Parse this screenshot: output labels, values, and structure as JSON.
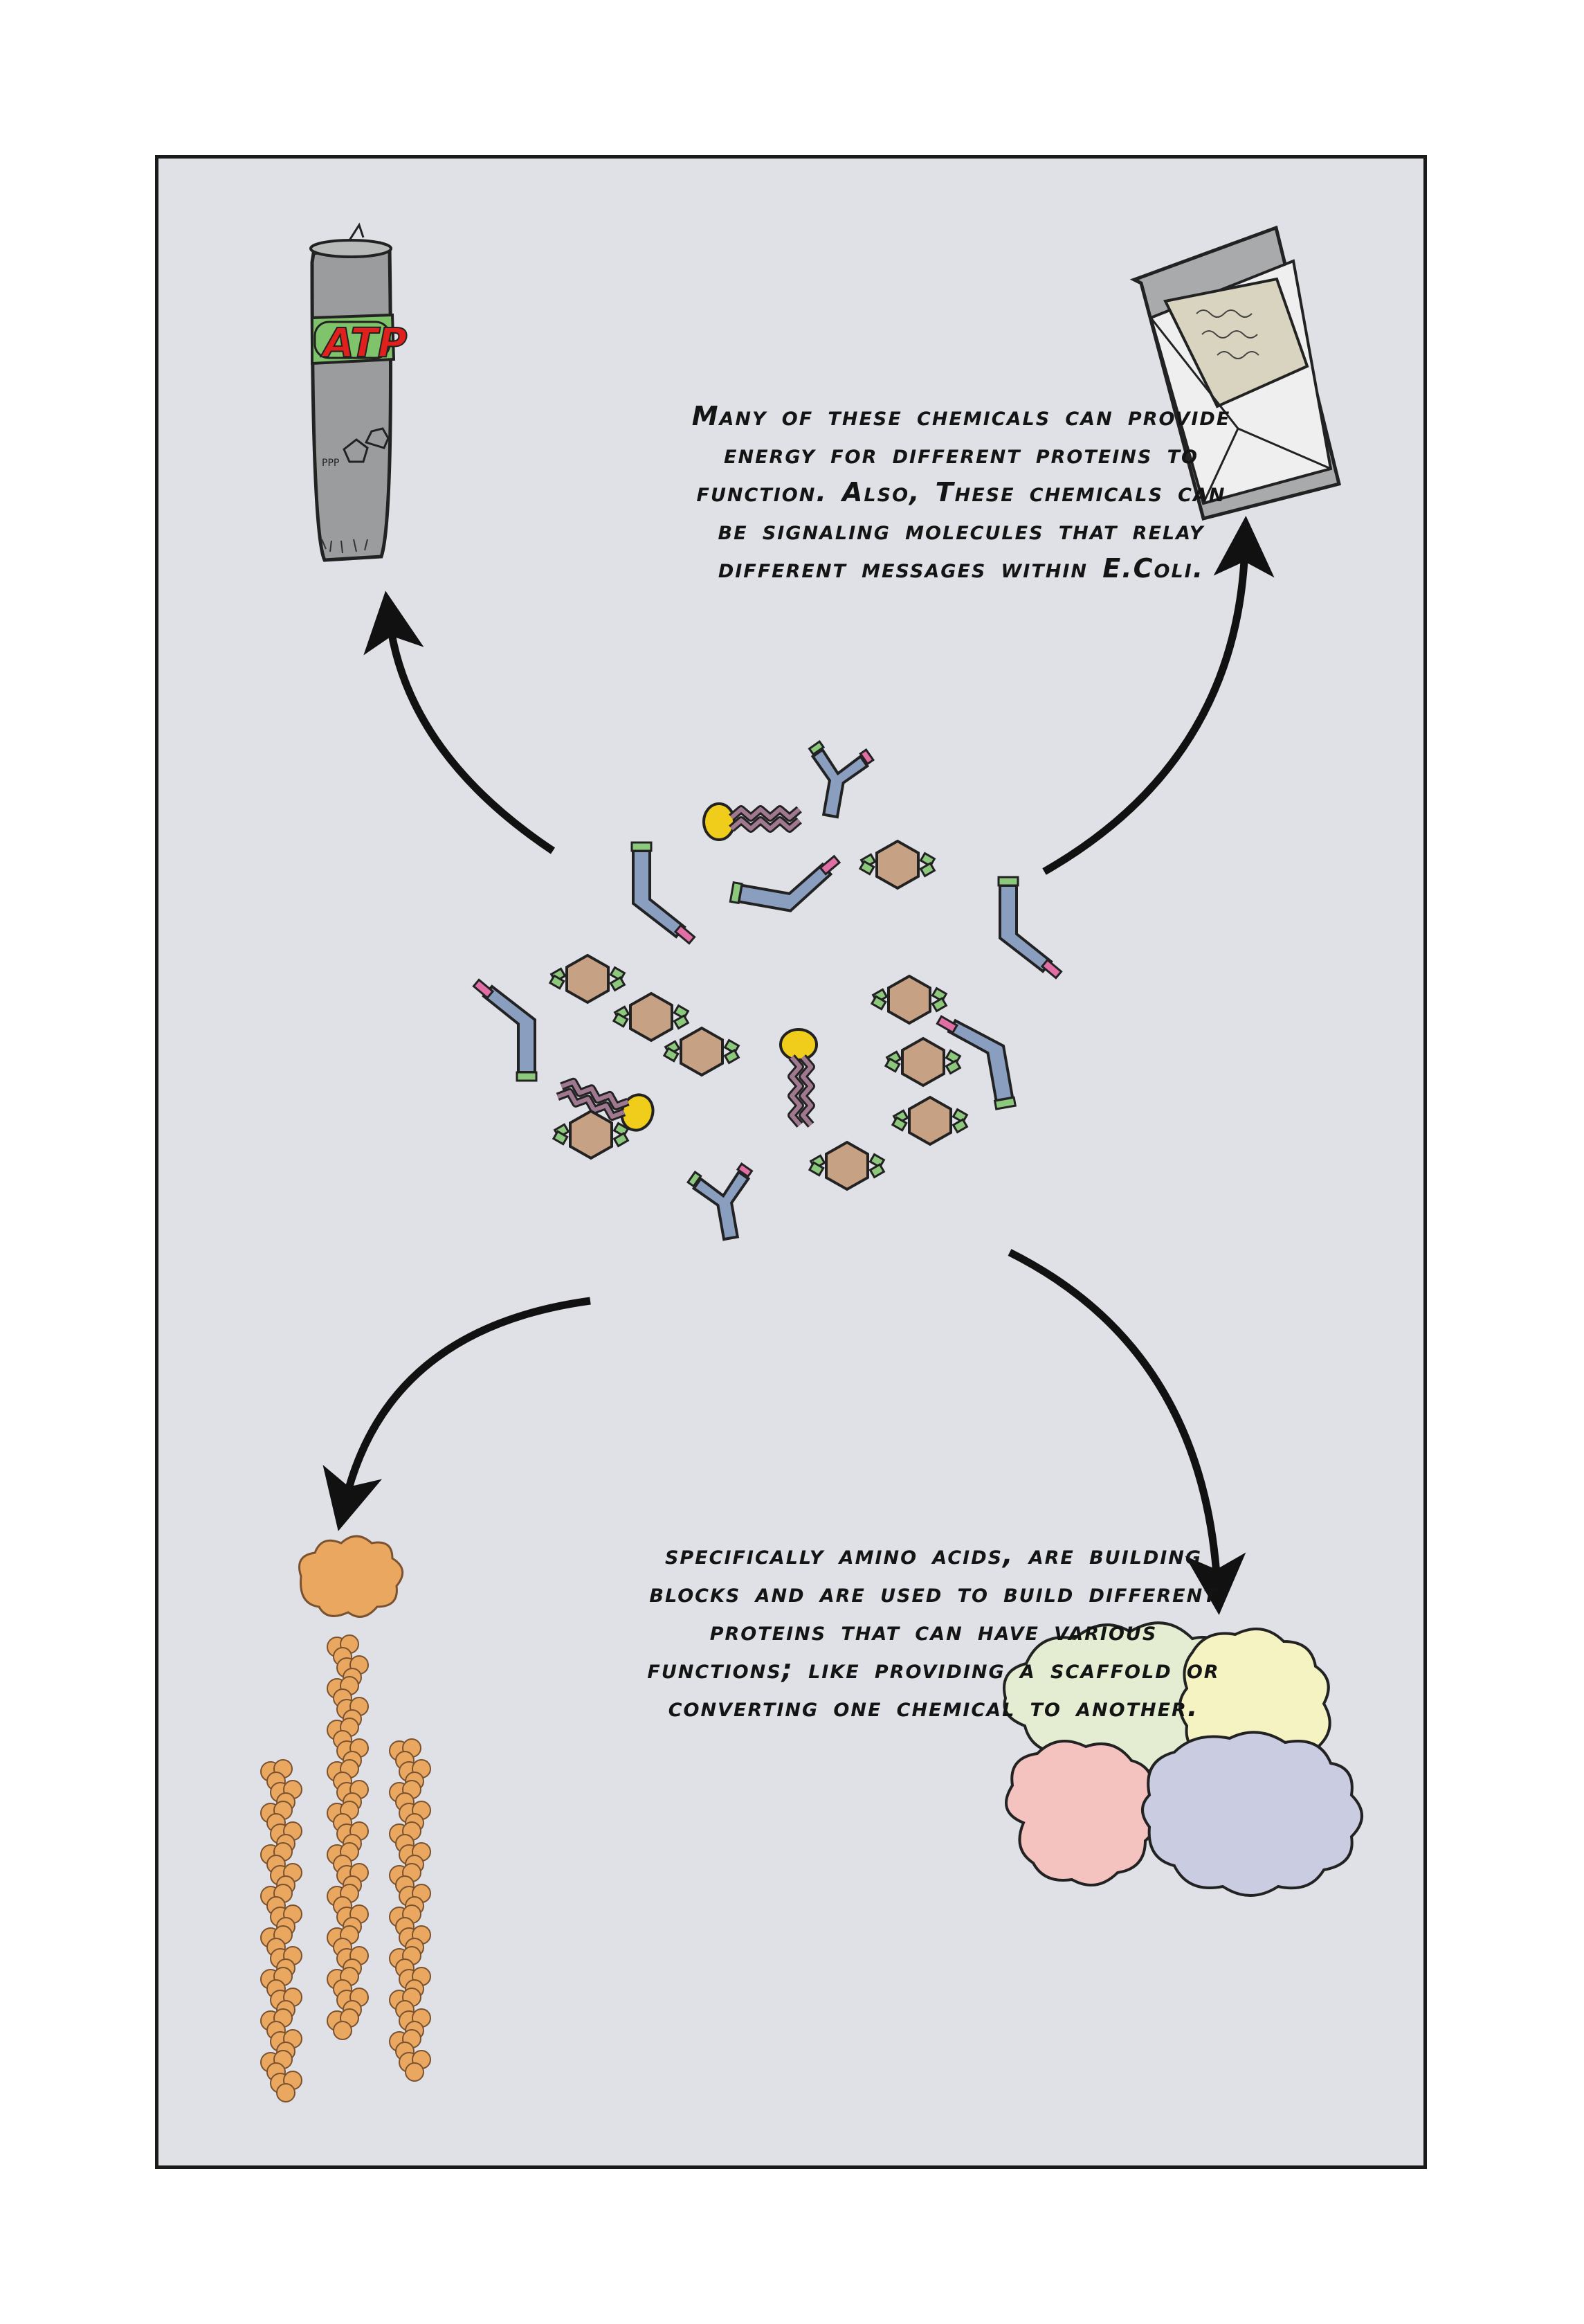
{
  "captions": {
    "top": "Many of these chemicals can provide energy for different proteins to function. Also, These chemicals can be signaling molecules that relay different messages within E.Coli.",
    "bottom": "specifically amino acids, are building blocks and are used to build different proteins that can have various functions; like providing a scaffold or converting one chemical to another."
  },
  "can": {
    "label": "ATP",
    "small_label": "PPP"
  },
  "colors": {
    "panel": "#dfe1e7",
    "can_body": "#9a9c9d",
    "can_band": "#7fc46a",
    "atp_text": "#e0201c",
    "envelope": "#efefef",
    "letter": "#d9d4c0",
    "hexagon": "#c7a184",
    "hex_tab": "#8dc97d",
    "blue_molecule": "#8a9fbf",
    "pink_tip": "#e26ea6",
    "lipid_head": "#f1cd1b",
    "lipid_tail": "#a07990",
    "filament": "#e9a760",
    "protein_green": "#e4ecd1",
    "protein_yellow": "#f6f3c2",
    "protein_pink": "#f4c3c0",
    "protein_purple": "#cacce2"
  },
  "icons": [
    "atp-can-icon",
    "envelope-letter-icon",
    "molecule-cluster-icon",
    "protein-filament-icon",
    "protein-complex-icon"
  ]
}
